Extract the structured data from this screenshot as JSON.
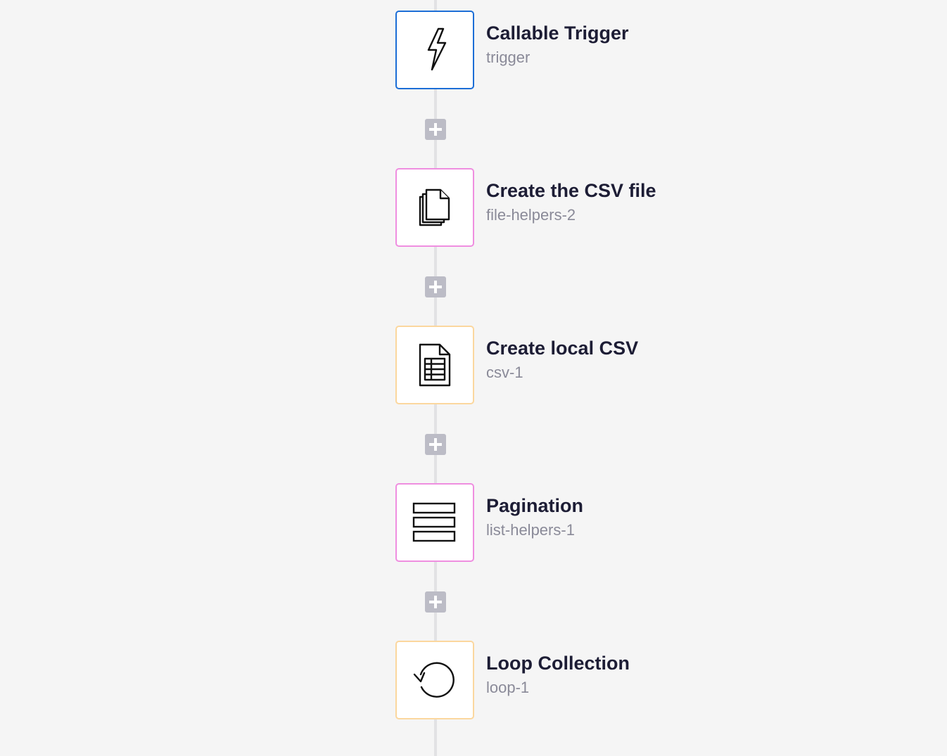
{
  "workflow": {
    "steps": [
      {
        "title": "Callable Trigger",
        "name": "trigger",
        "icon": "lightning-icon",
        "color": "#1c6ed6"
      },
      {
        "title": "Create the CSV file",
        "name": "file-helpers-2",
        "icon": "files-icon",
        "color": "#ef8ee0"
      },
      {
        "title": "Create local CSV",
        "name": "csv-1",
        "icon": "spreadsheet-icon",
        "color": "#fbd79e"
      },
      {
        "title": "Pagination",
        "name": "list-helpers-1",
        "icon": "list-icon",
        "color": "#ef8ee0"
      },
      {
        "title": "Loop Collection",
        "name": "loop-1",
        "icon": "loop-icon",
        "color": "#fbd79e"
      }
    ],
    "add_step_icon": "plus-icon"
  }
}
